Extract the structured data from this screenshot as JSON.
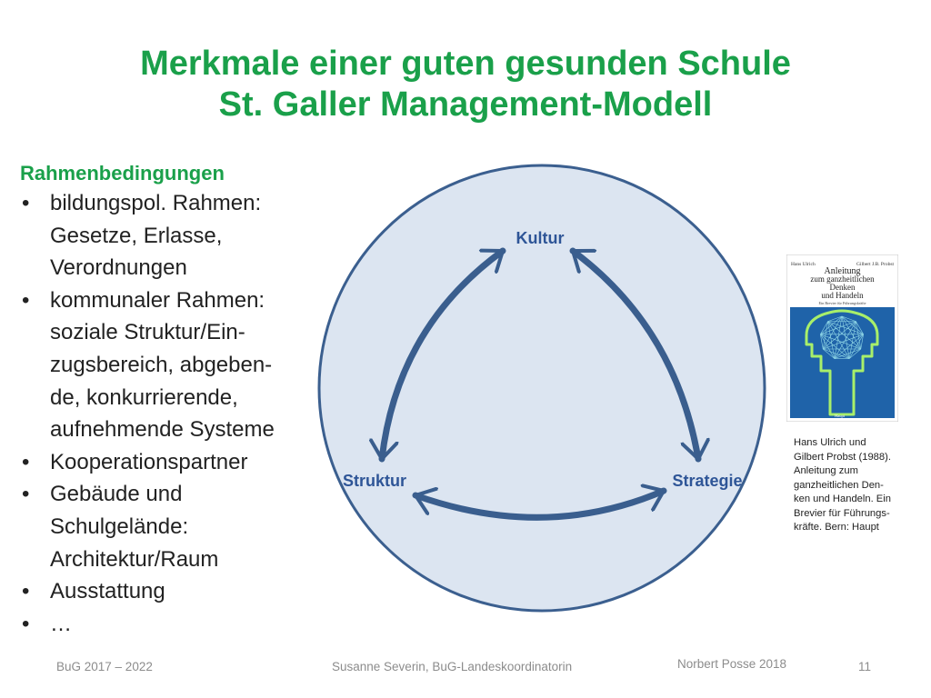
{
  "slide": {
    "title_line1": "Merkmale einer guten gesunden Schule",
    "title_line2": "St. Galler Management-Modell"
  },
  "left_panel": {
    "heading": "Rahmenbedingungen",
    "bullet_char": "•",
    "items": [
      {
        "lines": [
          "bildungspol. Rahmen:",
          "Gesetze, Erlasse,",
          "Verordnungen"
        ]
      },
      {
        "lines": [
          "kommunaler Rahmen:",
          "soziale Struktur/Ein-",
          "zugsbereich, abgeben-",
          "de, konkurrierende,",
          "aufnehmende Systeme"
        ]
      },
      {
        "lines": [
          "Kooperationspartner"
        ]
      },
      {
        "lines": [
          "Gebäude und",
          "Schulgelände:",
          "Architektur/Raum"
        ]
      },
      {
        "lines": [
          "Ausstattung"
        ]
      },
      {
        "lines": [
          "…"
        ]
      }
    ]
  },
  "diagram": {
    "nodes": {
      "kultur": "Kultur",
      "struktur": "Struktur",
      "strategie": "Strategie"
    },
    "colors": {
      "circle_fill": "#dce5f1",
      "circle_stroke": "#3b5f8f",
      "arrow": "#3a5e8e",
      "label": "#2e5597"
    }
  },
  "book": {
    "cover": {
      "author_left": "Hans Ulrich",
      "author_right": "Gilbert J.B. Probst",
      "title_line1": "Anleitung",
      "title_line2": "zum ganzheitlichen",
      "title_line3": "Denken",
      "title_line4": "und Handeln",
      "subtitle": "Ein Brevier für Führungskräfte",
      "publisher": "Haupt",
      "colors": {
        "background": "#1f63a9",
        "head_outline": "#a8ef6a",
        "network_lines": "#8fd6e6"
      }
    },
    "caption_lines": [
      "Hans Ulrich und",
      "Gilbert Probst (1988).",
      "Anleitung zum",
      "ganzheitlichen Den-",
      "ken und Handeln. Ein",
      "Brevier für Führungs-",
      "kräfte. Bern: Haupt"
    ]
  },
  "footer": {
    "left": "BuG 2017 – 2022",
    "center": "Susanne Severin, BuG-Landeskoordinatorin",
    "author": "Norbert Posse 2018",
    "page_number": "11"
  },
  "theme": {
    "title_color": "#1aa04a",
    "text_color": "#222222",
    "footer_color": "#8c8c8c"
  }
}
